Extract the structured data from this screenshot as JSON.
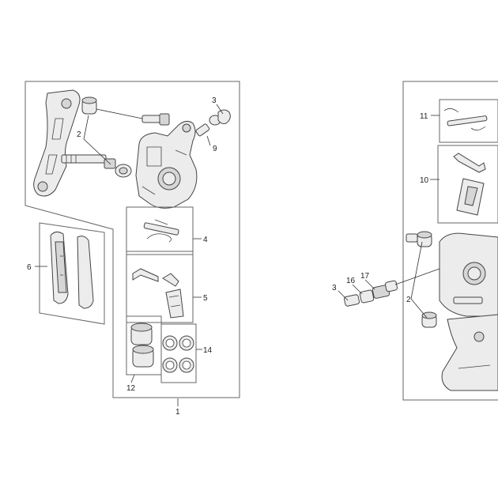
{
  "callouts": {
    "c1": "1",
    "c2a": "2",
    "c3a": "3",
    "c4": "4",
    "c5": "5",
    "c6": "6",
    "c9": "9",
    "c12": "12",
    "c14": "14",
    "c10": "10",
    "c11": "11",
    "c2b": "2",
    "c3b": "3",
    "c16": "16",
    "c17": "17"
  }
}
